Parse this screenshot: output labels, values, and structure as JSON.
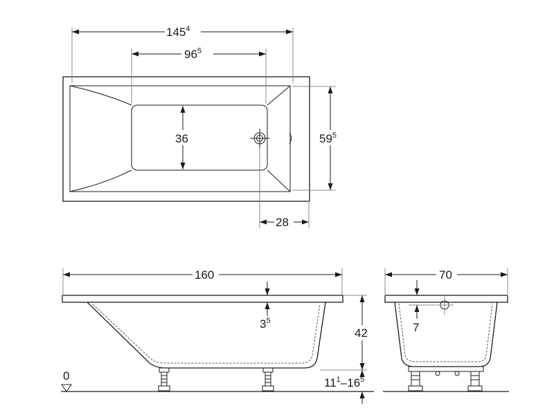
{
  "top_view": {
    "overall_length": {
      "main": "145",
      "sup": "4"
    },
    "basin_length": {
      "main": "96",
      "sup": "5"
    },
    "basin_width": {
      "main": "36",
      "sup": ""
    },
    "overall_width": {
      "main": "59",
      "sup": "5"
    },
    "drain_offset": {
      "main": "28",
      "sup": ""
    }
  },
  "side_view": {
    "total_length": {
      "main": "160",
      "sup": ""
    },
    "rim_thickness": {
      "main": "3",
      "sup": "5"
    },
    "height": {
      "main": "42",
      "sup": ""
    },
    "feet_adjust": {
      "a": "11",
      "a_sup": "1",
      "sep": "–",
      "b": "16",
      "b_sup": "5"
    },
    "floor_level": "0"
  },
  "end_view": {
    "width": {
      "main": "70",
      "sup": ""
    },
    "overflow_drop": {
      "main": "7",
      "sup": ""
    }
  }
}
